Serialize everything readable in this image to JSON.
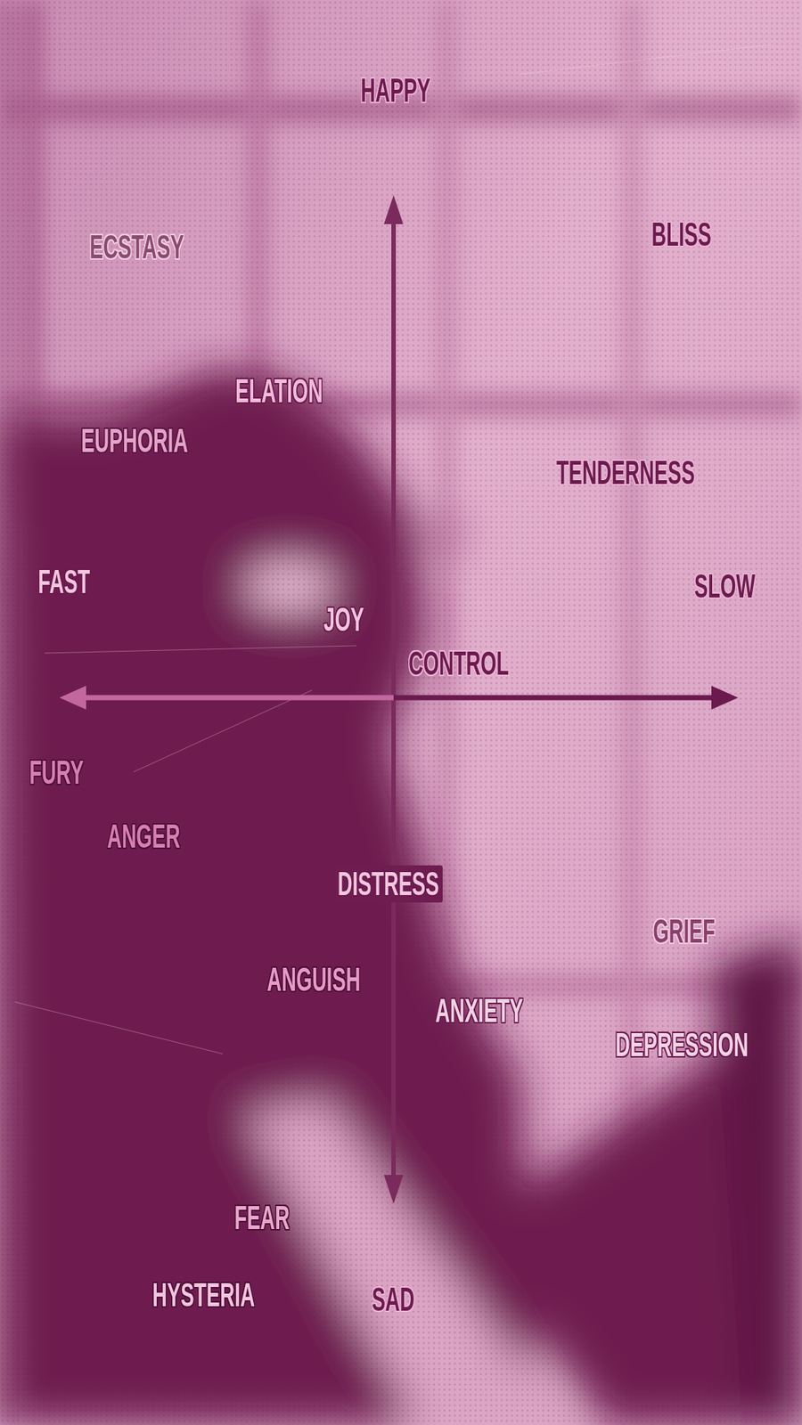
{
  "diagram": {
    "labels": [
      "HAPPY",
      "ECSTASY",
      "BLISS",
      "ELATION",
      "EUPHORIA",
      "TENDERNESS",
      "FAST",
      "SLOW",
      "JOY",
      "CONTROL",
      "FURY",
      "ANGER",
      "DISTRESS",
      "GRIEF",
      "ANGUISH",
      "ANXIETY",
      "DEPRESSION",
      "FEAR",
      "HYSTERIA",
      "SAD"
    ]
  }
}
